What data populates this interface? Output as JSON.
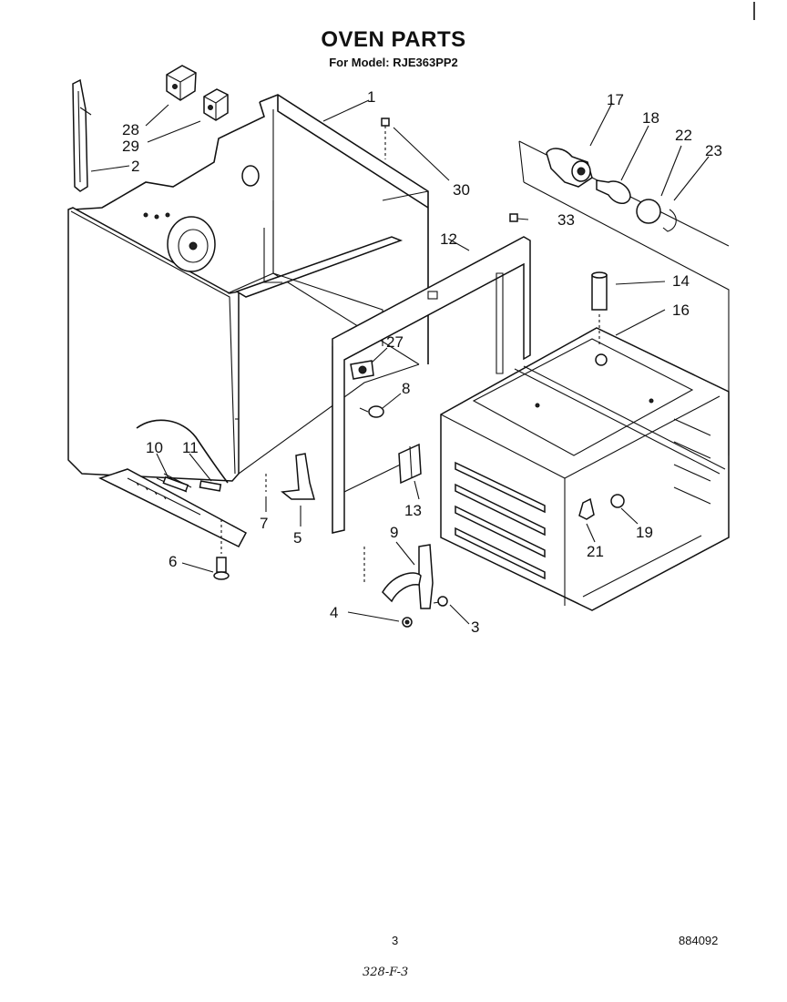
{
  "header": {
    "title": "OVEN PARTS",
    "subtitle": "For Model: RJE363PP2"
  },
  "callouts": [
    "1",
    "2",
    "3",
    "4",
    "5",
    "6",
    "7",
    "8",
    "9",
    "10",
    "11",
    "12",
    "13",
    "14",
    "16",
    "17",
    "18",
    "19",
    "21",
    "22",
    "23",
    "27",
    "28",
    "29",
    "30",
    "33"
  ],
  "footer": {
    "page_number": "3",
    "doc_code": "884092",
    "handwritten": "328-F-3"
  }
}
